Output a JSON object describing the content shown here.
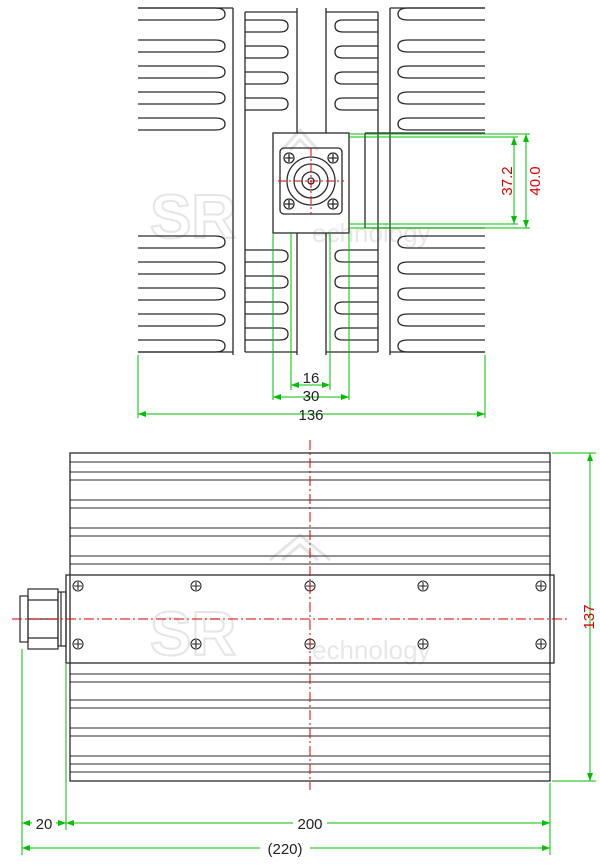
{
  "colors": {
    "outline": "#2a2a2a",
    "dimension": "#00c000",
    "dimension_text": "#222222",
    "dimension_text_red": "#e00000",
    "center_line": "#e00000",
    "watermark": "#d4d4d4"
  },
  "watermark": {
    "logo_letters": "SR",
    "word": "echnology"
  },
  "top_view": {
    "dim_width_inner": "16",
    "dim_width_block": "30",
    "dim_width_total": "136",
    "dim_height_inner": "37.2",
    "dim_height_outer": "40.0"
  },
  "side_view": {
    "dim_height": "137",
    "dim_connector": "20",
    "dim_body": "200",
    "dim_total": "(220)"
  }
}
